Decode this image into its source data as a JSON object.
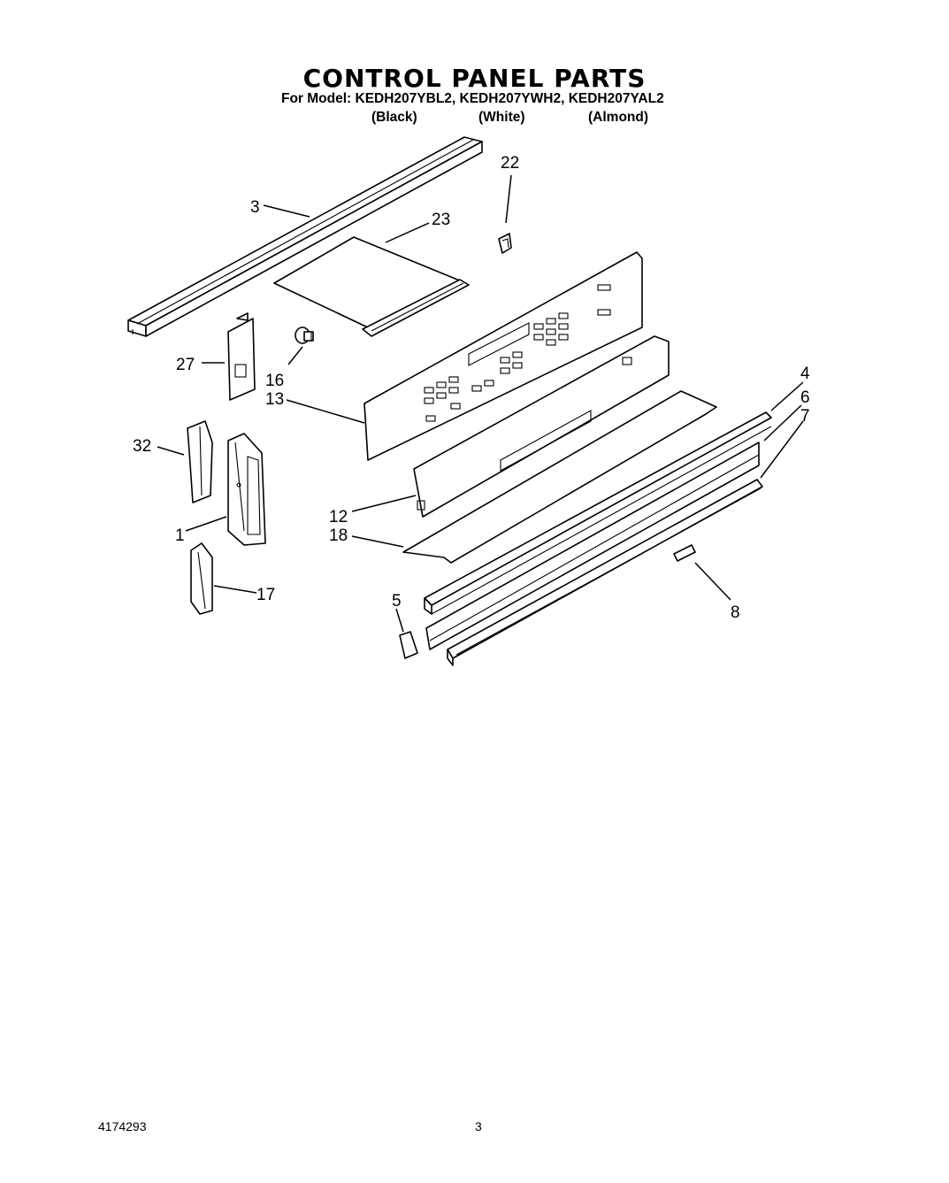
{
  "header": {
    "title": "CONTROL PANEL PARTS",
    "model_line": "For Model: KEDH207YBL2, KEDH207YWH2, KEDH207YAL2",
    "variants": [
      "(Black)",
      "(White)",
      "(Almond)"
    ]
  },
  "callouts": [
    "3",
    "22",
    "23",
    "27",
    "16",
    "13",
    "32",
    "1",
    "17",
    "4",
    "6",
    "7",
    "12",
    "18",
    "5",
    "8"
  ],
  "footer": {
    "doc_number": "4174293",
    "page_number": "3"
  }
}
